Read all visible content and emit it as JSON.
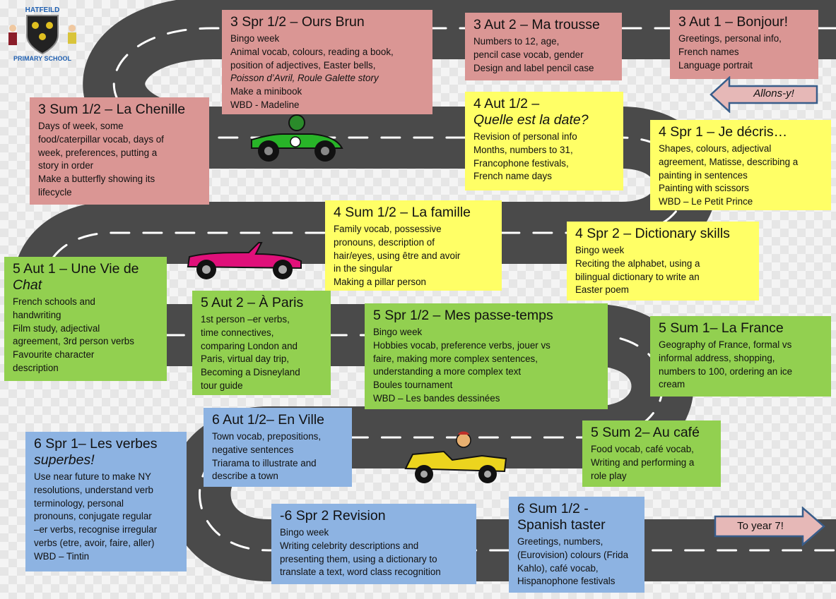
{
  "logo": {
    "school_top": "HATFEILD",
    "school_bottom": "PRIMARY SCHOOL"
  },
  "units": {
    "y3_aut1": {
      "title": "3 Aut 1 – Bonjour!",
      "lines": [
        "Greetings, personal info,",
        "French names",
        "Language portrait"
      ]
    },
    "y3_aut2": {
      "title": "3 Aut 2 – Ma trousse",
      "lines": [
        "Numbers to 12, age,",
        "pencil case vocab, gender",
        "Design and label pencil case"
      ]
    },
    "y3_spr": {
      "title": "3 Spr 1/2 – Ours Brun",
      "lines": [
        "Bingo week",
        "Animal vocab, colours, reading a book,",
        "position of adjectives, Easter bells,",
        "Poisson d’Avril, Roule Galette story",
        "Make a minibook",
        "WBD - Madeline"
      ]
    },
    "y3_sum": {
      "title": "3 Sum 1/2 – La Chenille",
      "lines": [
        "Days of week, some",
        "food/caterpillar vocab, days of",
        "week, preferences, putting a",
        "story in order",
        "Make a butterfly showing its",
        "lifecycle"
      ]
    },
    "y4_aut": {
      "title": "4 Aut 1/2 –",
      "title2": "Quelle est la date?",
      "lines": [
        "Revision of personal info",
        "Months, numbers to 31,",
        "Francophone festivals,",
        "French name days"
      ]
    },
    "y4_spr1": {
      "title": "4 Spr 1 – Je décris…",
      "lines": [
        "Shapes, colours, adjectival",
        "agreement, Matisse, describing a",
        "painting in sentences",
        "Painting with scissors",
        "WBD – Le Petit Prince"
      ]
    },
    "y4_sum": {
      "title": "4 Sum 1/2 –  La famille",
      "lines": [
        "Family vocab, possessive",
        "pronouns, description of",
        "hair/eyes, using être and avoir",
        "in the singular",
        "Making a pillar person"
      ]
    },
    "y4_spr2": {
      "title": "4 Spr 2  – Dictionary skills",
      "lines": [
        "Bingo week",
        "Reciting the alphabet, using a",
        "bilingual dictionary to write an",
        "Easter poem"
      ]
    },
    "y5_aut1": {
      "title": "5 Aut 1 – Une Vie de",
      "title2": "Chat",
      "lines": [
        "French schools and",
        "handwriting",
        "Film study, adjectival",
        "agreement, 3rd person verbs",
        "Favourite character",
        "description"
      ]
    },
    "y5_aut2": {
      "title": "5 Aut 2 – À Paris",
      "lines": [
        "1st person –er verbs,",
        "time connectives,",
        "comparing London and",
        "Paris, virtual day trip,",
        "Becoming a Disneyland",
        "tour guide"
      ]
    },
    "y5_spr": {
      "title": "5 Spr 1/2 – Mes passe-temps",
      "lines": [
        "Bingo week",
        "Hobbies vocab, preference verbs, jouer vs",
        "faire, making more complex sentences,",
        "understanding a more complex text",
        "Boules tournament",
        "WBD – Les bandes dessinées"
      ]
    },
    "y5_sum1": {
      "title": "5 Sum 1– La France",
      "lines": [
        "Geography of France, formal vs",
        "informal address, shopping,",
        "numbers to 100,  ordering an ice",
        "cream"
      ]
    },
    "y5_sum2": {
      "title": "5 Sum 2– Au café",
      "lines": [
        "Food vocab, café vocab,",
        "Writing and performing a",
        "role play"
      ]
    },
    "y6_aut": {
      "title": "6 Aut 1/2– En Ville",
      "lines": [
        "Town vocab, prepositions,",
        "negative sentences",
        "Triarama to illustrate and",
        "describe a town"
      ]
    },
    "y6_spr1": {
      "title": "6 Spr 1– Les verbes",
      "title2": "superbes!",
      "lines": [
        "Use near future to make NY",
        "resolutions, understand verb",
        "terminology, personal",
        "pronouns,  conjugate regular",
        "–er verbs, recognise irregular",
        "verbs (etre, avoir, faire, aller)",
        "WBD – Tintin"
      ]
    },
    "y6_spr2": {
      "title": "-6 Spr 2  Revision",
      "lines": [
        "Bingo week",
        "Writing celebrity descriptions and",
        "presenting them, using a dictionary to",
        "translate a text, word class recognition"
      ]
    },
    "y6_sum": {
      "title": "6 Sum 1/2 -",
      "title2": "Spanish taster",
      "lines": [
        "Greetings, numbers,",
        "(Eurovision) colours (Frida",
        "Kahlo), café vocab,",
        "Hispanophone festivals"
      ]
    }
  },
  "arrows": {
    "start": "Allons-y!",
    "end": "To year 7!"
  },
  "colors": {
    "year3": "#da9694",
    "year4": "#ffff66",
    "year5": "#92d050",
    "year6": "#8db3e2",
    "road": "#4a4a4a",
    "road_line": "#ffffff",
    "arrow_fill": "#e6b8b7",
    "arrow_stroke": "#385d8a"
  },
  "icons": [
    "school-logo-icon",
    "green-racing-car-icon",
    "pink-convertible-car-icon",
    "yellow-cartoon-car-icon"
  ]
}
